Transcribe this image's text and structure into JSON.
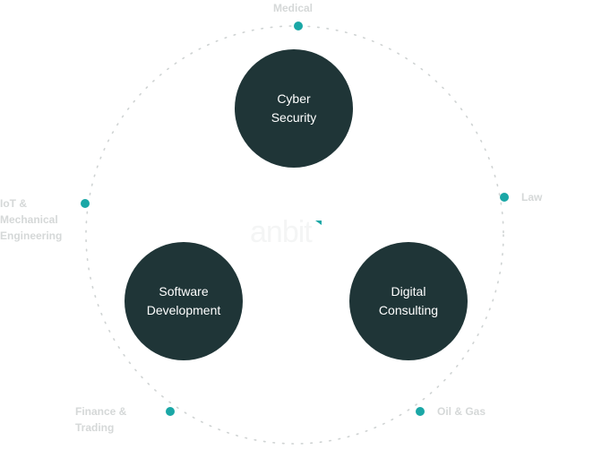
{
  "colors": {
    "circle_fill": "#1f3537",
    "accent": "#1aa7a6",
    "industry_text": "#d5d8d8",
    "logo_text": "#f4f5f5"
  },
  "logo": {
    "text": "anbit"
  },
  "services": [
    {
      "label": "Cyber\nSecurity"
    },
    {
      "label": "Software\nDevelopment"
    },
    {
      "label": "Digital\nConsulting"
    }
  ],
  "industries": [
    {
      "label": "Medical"
    },
    {
      "label": "Law"
    },
    {
      "label": "Oil & Gas"
    },
    {
      "label": "Finance &\nTrading"
    },
    {
      "label": "IoT &\nMechanical\nEngineering"
    }
  ]
}
